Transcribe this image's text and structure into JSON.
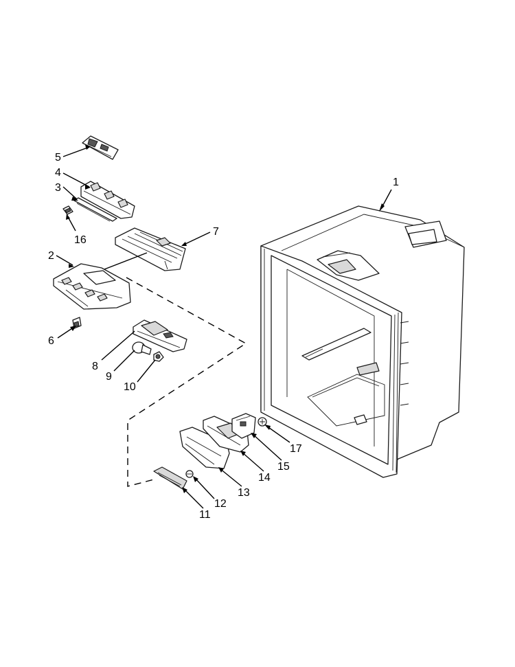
{
  "diagram": {
    "type": "exploded-parts-diagram",
    "callouts": [
      {
        "id": "1",
        "label": "1"
      },
      {
        "id": "2",
        "label": "2"
      },
      {
        "id": "3",
        "label": "3"
      },
      {
        "id": "4",
        "label": "4"
      },
      {
        "id": "5",
        "label": "5"
      },
      {
        "id": "6",
        "label": "6"
      },
      {
        "id": "7",
        "label": "7"
      },
      {
        "id": "8",
        "label": "8"
      },
      {
        "id": "9",
        "label": "9"
      },
      {
        "id": "10",
        "label": "10"
      },
      {
        "id": "11",
        "label": "11"
      },
      {
        "id": "12",
        "label": "12"
      },
      {
        "id": "13",
        "label": "13"
      },
      {
        "id": "14",
        "label": "14"
      },
      {
        "id": "15",
        "label": "15"
      },
      {
        "id": "16",
        "label": "16"
      },
      {
        "id": "17",
        "label": "17"
      }
    ]
  },
  "colors": {
    "line": "#1a1a1a",
    "part_fill": "#ffffff",
    "shaded_part": "#d9d9d9",
    "background": "#ffffff"
  }
}
